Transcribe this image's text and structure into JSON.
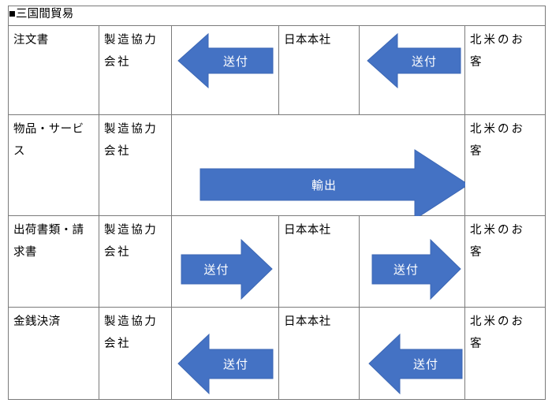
{
  "document": {
    "title": "■三国間貿易",
    "bullet": "■",
    "title_text": "三国間貿易"
  },
  "colors": {
    "arrow_fill": "#4472C4",
    "arrow_stroke": "#3C67B4",
    "arrow_label_text": "#FFFFFF",
    "table_border": "#7A7A7A",
    "background": "#FFFFFF",
    "text": "#000000"
  },
  "table": {
    "columns": 6,
    "column_roles": [
      "flow-type",
      "party-left",
      "arrow-left",
      "party-middle",
      "arrow-right",
      "party-right"
    ],
    "rows": [
      {
        "flow": "注文書",
        "party_left": "製造協力会社",
        "party_left_line1": "製造協力",
        "party_left_line2": "会社",
        "arrow_left": {
          "label": "送付",
          "direction": "left"
        },
        "party_middle": "日本本社",
        "arrow_right": {
          "label": "送付",
          "direction": "left"
        },
        "party_right": "北米のお客",
        "party_right_line1": "北米のお",
        "party_right_line2": "客"
      },
      {
        "flow": "物品・サービス",
        "flow_line1": "物品・サービ",
        "flow_line2": "ス",
        "party_left": "製造協力会社",
        "party_left_line1": "製造協力",
        "party_left_line2": "会社",
        "arrow_span": {
          "label": "輸出",
          "direction": "right",
          "spans": "arrow-left..arrow-right"
        },
        "party_middle": "",
        "party_right": "北米のお客",
        "party_right_line1": "北米のお",
        "party_right_line2": "客"
      },
      {
        "flow": "出荷書類・請求書",
        "flow_line1": "出荷書類・請",
        "flow_line2": "求書",
        "party_left": "製造協力会社",
        "party_left_line1": "製造協力",
        "party_left_line2": "会社",
        "arrow_left": {
          "label": "送付",
          "direction": "right"
        },
        "party_middle": "日本本社",
        "arrow_right": {
          "label": "送付",
          "direction": "right"
        },
        "party_right": "北米のお客",
        "party_right_line1": "北米のお",
        "party_right_line2": "客"
      },
      {
        "flow": "金銭決済",
        "party_left": "製造協力会社",
        "party_left_line1": "製造協力",
        "party_left_line2": "会社",
        "arrow_left": {
          "label": "送付",
          "direction": "left"
        },
        "party_middle": "日本本社",
        "arrow_right": {
          "label": "送付",
          "direction": "left"
        },
        "party_right": "北米のお客",
        "party_right_line1": "北米のお",
        "party_right_line2": "客"
      }
    ]
  }
}
